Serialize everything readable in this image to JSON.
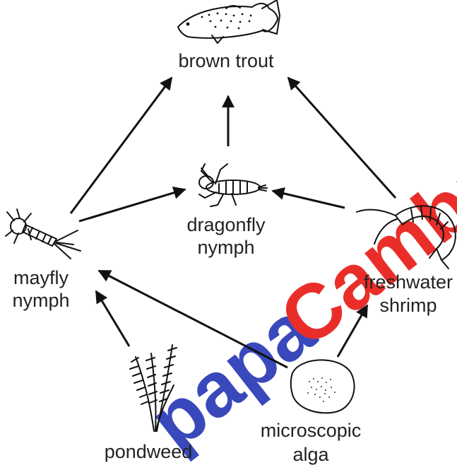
{
  "diagram": {
    "organisms": {
      "brown_trout": {
        "label": "brown trout",
        "icon": "trout-icon"
      },
      "dragonfly_nymph": {
        "line1": "dragonfly",
        "line2": "nymph",
        "icon": "dragonfly-nymph-icon"
      },
      "mayfly_nymph": {
        "line1": "mayfly",
        "line2": "nymph",
        "icon": "mayfly-nymph-icon"
      },
      "freshwater_shrimp": {
        "line1": "freshwater",
        "line2": "shrimp",
        "icon": "shrimp-icon"
      },
      "pondweed": {
        "label": "pondweed",
        "icon": "pondweed-icon"
      },
      "microscopic_alga": {
        "line1": "microscopic",
        "line2": "alga",
        "icon": "alga-icon"
      }
    },
    "arrows": [
      {
        "from": "mayfly nymph",
        "to": "brown trout"
      },
      {
        "from": "dragonfly nymph",
        "to": "brown trout"
      },
      {
        "from": "freshwater shrimp",
        "to": "brown trout"
      },
      {
        "from": "mayfly nymph",
        "to": "dragonfly nymph"
      },
      {
        "from": "freshwater shrimp",
        "to": "dragonfly nymph"
      },
      {
        "from": "pondweed",
        "to": "mayfly nymph"
      },
      {
        "from": "microscopic alga",
        "to": "mayfly nymph"
      },
      {
        "from": "microscopic alga",
        "to": "freshwater shrimp"
      }
    ],
    "watermark": {
      "text": "papaCambrid",
      "colors": [
        "#e8231f",
        "#2f3fb8"
      ]
    }
  }
}
